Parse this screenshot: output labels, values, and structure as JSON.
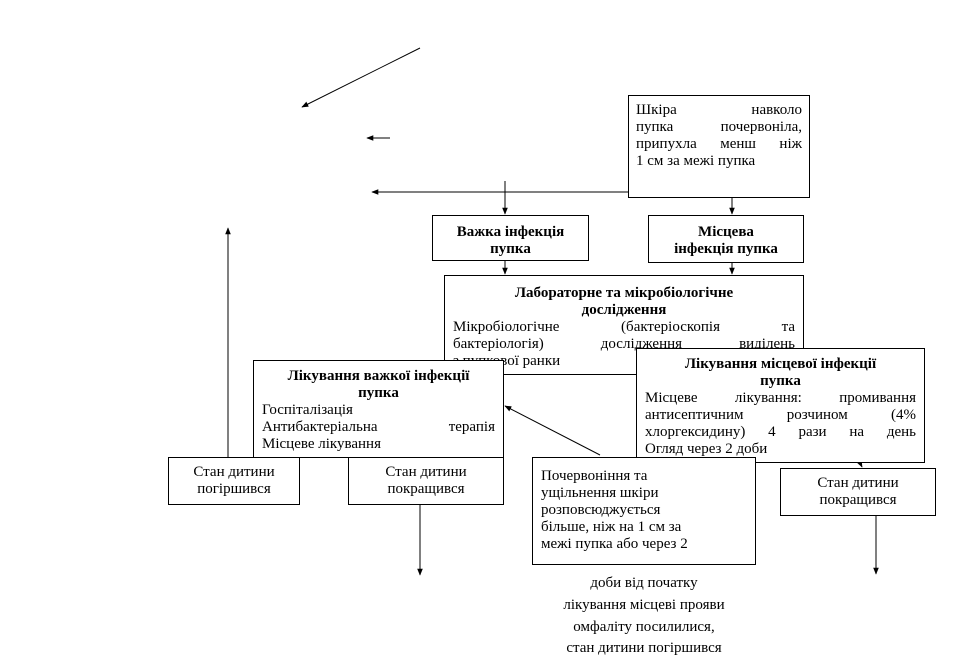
{
  "diagram": {
    "skin_box": {
      "lines": [
        "Шкіра навколо",
        "пупка почервоніла,",
        "припухла менш ніж",
        "1 см за межі пупка"
      ]
    },
    "severe_box": {
      "lines": [
        "Важка інфекція",
        "пупка"
      ]
    },
    "local_box": {
      "lines": [
        "Місцева",
        "інфекція пупка"
      ]
    },
    "lab_box": {
      "title_lines": [
        "Лабораторне та мікробіологічне",
        "дослідження"
      ],
      "body_lines": [
        "Мікробіологічне (бактеріоскопія та",
        "бактеріологія) дослідження виділень",
        "з пупкової ранки"
      ]
    },
    "severe_treatment_box": {
      "title_lines": [
        "Лікування важкої інфекції",
        "пупка"
      ],
      "body_lines": [
        "Госпіталізація",
        "Антибактеріальна терапія",
        "Місцеве лікування"
      ]
    },
    "local_treatment_box": {
      "title_lines": [
        "Лікування місцевої інфекції",
        "пупка"
      ],
      "body_lines": [
        "Місцеве лікування: промивання",
        "антисептичним розчином (4%",
        "хлоргексидину) 4 рази на день",
        "Огляд через 2 доби"
      ]
    },
    "worse_box": {
      "lines": [
        "Стан дитини",
        "погіршився"
      ]
    },
    "better_box_left": {
      "lines": [
        "Стан дитини",
        "покращився"
      ]
    },
    "better_box_right": {
      "lines": [
        "Стан дитини",
        "покращився"
      ]
    },
    "spread_box": {
      "lines": [
        "Почервоніння та",
        "ущільнення шкіри",
        "розповсюджується",
        "більше, ніж на 1 см за",
        "межі пупка або через 2",
        "доби від початку",
        "лікування місцеві прояви",
        "омфаліту посилилися,",
        "стан дитини погіршився"
      ]
    }
  }
}
